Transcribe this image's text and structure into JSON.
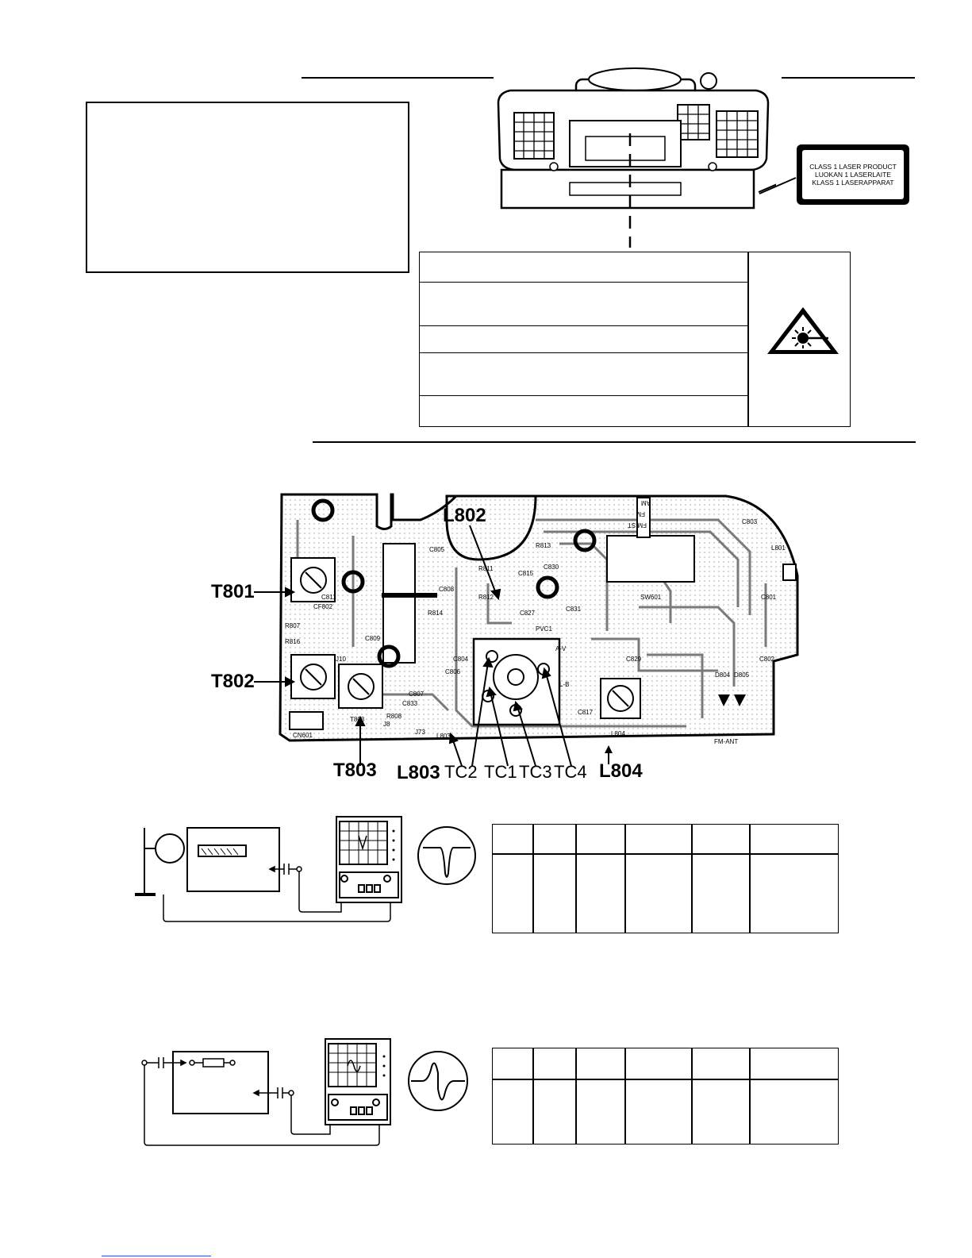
{
  "laser_label": {
    "line1": "CLASS 1 LASER PRODUCT",
    "line2": "LUOKAN 1 LASERLAITE",
    "line3": "KLASS 1 LASERAPPARAT"
  },
  "pcb_labels": {
    "t801": "T801",
    "t802": "T802",
    "t803": "T803",
    "l802": "L802",
    "l803": "L803",
    "l804": "L804",
    "tc1": "TC1",
    "tc2": "TC2",
    "tc3": "TC3",
    "tc4": "TC4"
  },
  "pcb_silk": {
    "am": "AM",
    "fm": "FM",
    "fm_st": "FM ST",
    "sw601": "SW601",
    "pvc1": "PVC1",
    "fm_ant": "FM-ANT",
    "t803_small": "T803",
    "l804_small": "L804",
    "l803_small": "L803",
    "j73": "J73",
    "c803": "C803",
    "c829": "C829",
    "c817": "C817",
    "c831": "C831",
    "l801": "L801",
    "c801": "C801",
    "c802": "C802",
    "d804": "D804",
    "d805": "D805",
    "cf802": "CF802",
    "c811": "C811",
    "r807": "R807",
    "r816": "R816",
    "c809": "C809",
    "j10": "J10",
    "r811": "R811",
    "r812": "R812",
    "c815": "C815",
    "c827": "C827",
    "r814": "R814",
    "c808": "C808",
    "c805": "C805",
    "c830": "C830",
    "r813": "R813",
    "c804": "C804",
    "c806": "C806",
    "c807": "C807",
    "c833": "C833",
    "r808": "R808",
    "cn601": "CN601",
    "a_v": "A-V",
    "l_b": "L-B",
    "j8": "J8"
  }
}
